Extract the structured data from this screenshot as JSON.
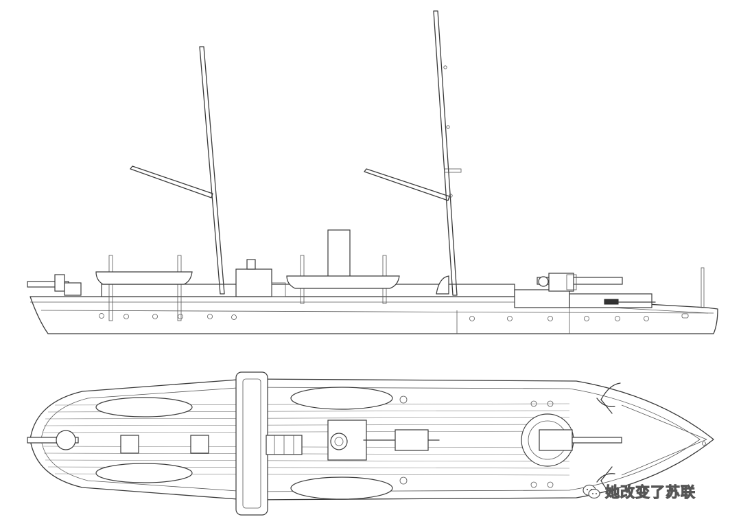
{
  "figure": {
    "views": [
      "side-elevation",
      "deck-plan"
    ],
    "colors": {
      "line": "#3a3a3a",
      "background": "#ffffff"
    }
  },
  "watermark": {
    "text": "她改变了苏联",
    "icon": "wechat-logo-icon"
  }
}
